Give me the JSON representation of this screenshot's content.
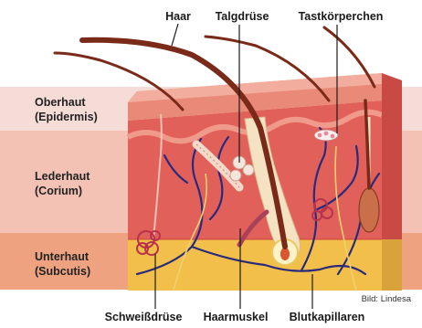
{
  "labels_top": {
    "hair": "Haar",
    "sebaceous_gland": "Talgdrüse",
    "touch_corpuscle": "Tastkörperchen"
  },
  "layers": {
    "epidermis_line1": "Oberhaut",
    "epidermis_line2": "(Epidermis)",
    "dermis_line1": "Lederhaut",
    "dermis_line2": "(Corium)",
    "subcutis_line1": "Unterhaut",
    "subcutis_line2": "(Subcutis)"
  },
  "labels_bottom": {
    "sweat_gland": "Schweißdrüse",
    "hair_muscle": "Haarmuskel",
    "blood_capillaries": "Blutkapillaren"
  },
  "credit": "Bild: Lindesa",
  "colors": {
    "epidermis_band": "#f6dcd6",
    "dermis_band": "#f3c2b4",
    "subcutis_band": "#eea27f",
    "skin_top": "#e98a78",
    "dermis_fill": "#e2605a",
    "subcutis_fill": "#f2c04a",
    "vessel": "#2a2a7a",
    "hair": "#7a2a18",
    "leader_line": "#1a1a1a"
  }
}
